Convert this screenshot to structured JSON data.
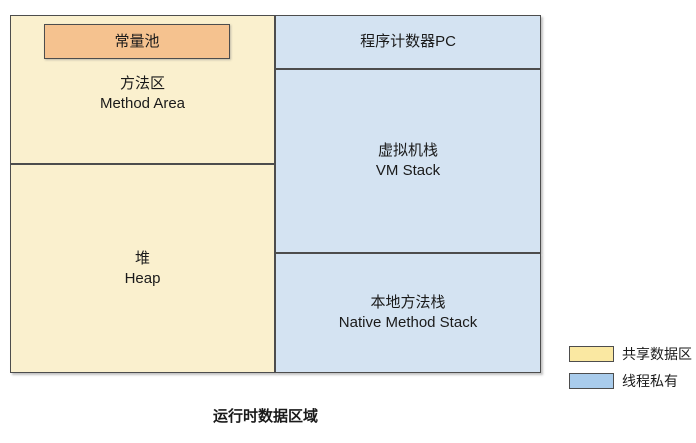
{
  "title": {
    "caption": "运行时数据区域"
  },
  "boxes": {
    "constant_pool": {
      "label": "常量池"
    },
    "method_area": {
      "zh": "方法区",
      "en": "Method Area"
    },
    "heap": {
      "zh": "堆",
      "en": "Heap"
    },
    "program_counter": {
      "label": "程序计数器PC"
    },
    "vm_stack": {
      "zh": "虚拟机栈",
      "en": "VM Stack"
    },
    "native_method_stack": {
      "zh": "本地方法栈",
      "en": "Native Method Stack"
    }
  },
  "legend": {
    "items": [
      {
        "label": "共享数据区",
        "meaning": "shared-data-area"
      },
      {
        "label": "线程私有",
        "meaning": "thread-private"
      }
    ]
  },
  "colors": {
    "shared_fill": "#FAF0CE",
    "thread_fill": "#D4E3F2",
    "constant_pool_fill": "#F5C28F",
    "legend_shared": "#FAE8A2",
    "legend_thread": "#A9CCEC",
    "border": "#4D4D4D"
  }
}
